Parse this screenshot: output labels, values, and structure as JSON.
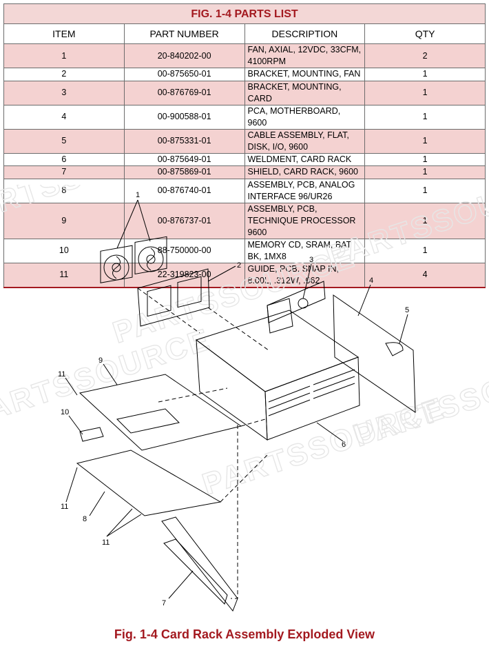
{
  "table": {
    "title": "FIG. 1-4 PARTS LIST",
    "headers": {
      "item": "ITEM",
      "part": "PART NUMBER",
      "desc": "DESCRIPTION",
      "qty": "QTY"
    },
    "rows": [
      {
        "item": "1",
        "part": "20-840202-00",
        "desc": "FAN, AXIAL, 12VDC, 33CFM, 4100RPM",
        "qty": "2"
      },
      {
        "item": "2",
        "part": "00-875650-01",
        "desc": "BRACKET, MOUNTING, FAN",
        "qty": "1"
      },
      {
        "item": "3",
        "part": "00-876769-01",
        "desc": "BRACKET, MOUNTING, CARD",
        "qty": "1"
      },
      {
        "item": "4",
        "part": "00-900588-01",
        "desc": "PCA, MOTHERBOARD, 9600",
        "qty": "1"
      },
      {
        "item": "5",
        "part": "00-875331-01",
        "desc": "CABLE ASSEMBLY, FLAT, DISK, I/O, 9600",
        "qty": "1"
      },
      {
        "item": "6",
        "part": "00-875649-01",
        "desc": "WELDMENT, CARD RACK",
        "qty": "1"
      },
      {
        "item": "7",
        "part": "00-875869-01",
        "desc": "SHIELD, CARD RACK, 9600",
        "qty": "1"
      },
      {
        "item": "8",
        "part": "00-876740-01",
        "desc": "ASSEMBLY, PCB, ANALOG INTERFACE 96/UR26",
        "qty": "1"
      },
      {
        "item": "9",
        "part": "00-876737-01",
        "desc": "ASSEMBLY, PCB, TECHNIQUE PROCESSOR 9600",
        "qty": "1"
      },
      {
        "item": "10",
        "part": "88-750000-00",
        "desc": "MEMORY CD, SRAM, BAT BK, 1MX8",
        "qty": "1"
      },
      {
        "item": "11",
        "part": "22-319823-00",
        "desc": "GUIDE, PCB, SNAP IN, 8.00L, .312W, .062",
        "qty": "4"
      }
    ]
  },
  "diagram": {
    "watermark": "PARTSSOURCE",
    "callouts": {
      "c1": "1",
      "c2": "2",
      "c3": "3",
      "c4": "4",
      "c5": "5",
      "c6": "6",
      "c7": "7",
      "c8": "8",
      "c9": "9",
      "c10": "10",
      "c11a": "11",
      "c11b": "11",
      "c11c": "11"
    }
  },
  "caption": "Fig. 1-4 Card Rack Assembly Exploded View",
  "colors": {
    "accent": "#a3191f",
    "row_shade": "#f4d2d1",
    "title_bg": "#f3d7d6"
  }
}
